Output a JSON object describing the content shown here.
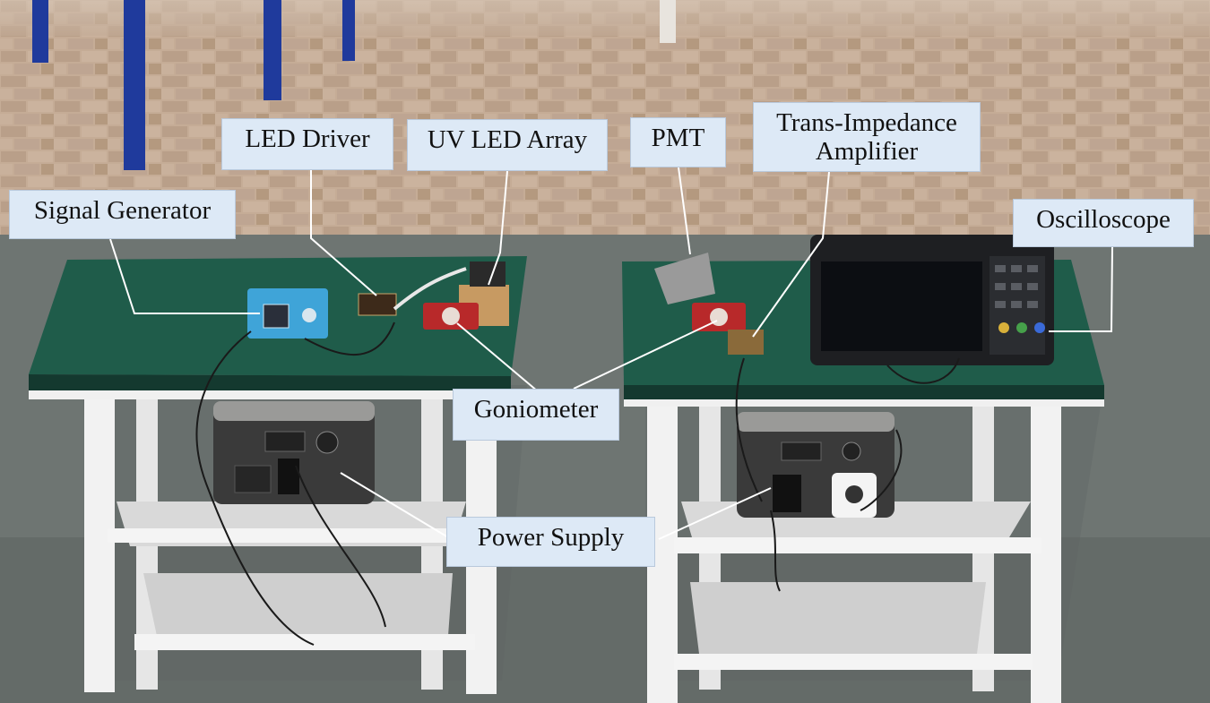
{
  "labels": {
    "signal_generator": "Signal Generator",
    "led_driver": "LED Driver",
    "uv_led_array": "UV LED Array",
    "pmt": "PMT",
    "tia_line1": "Trans-Impedance",
    "tia_line2": "Amplifier",
    "oscilloscope": "Oscilloscope",
    "goniometer": "Goniometer",
    "power_supply": "Power Supply"
  },
  "colors": {
    "label_fill": "#dde9f6",
    "table_top": "#1f5c4a",
    "frame": "#f2f2f2",
    "pavers": "#bfa58f",
    "asphalt": "#6e7572",
    "poles": "#1f3a9c",
    "generator": "#3fa4d8",
    "goniometer": "#b8292a"
  },
  "icons": [
    "signal-generator-device",
    "led-driver-board",
    "uv-led-array-device",
    "pmt-device",
    "tia-board",
    "oscilloscope-device",
    "goniometer-device",
    "power-station-device"
  ]
}
